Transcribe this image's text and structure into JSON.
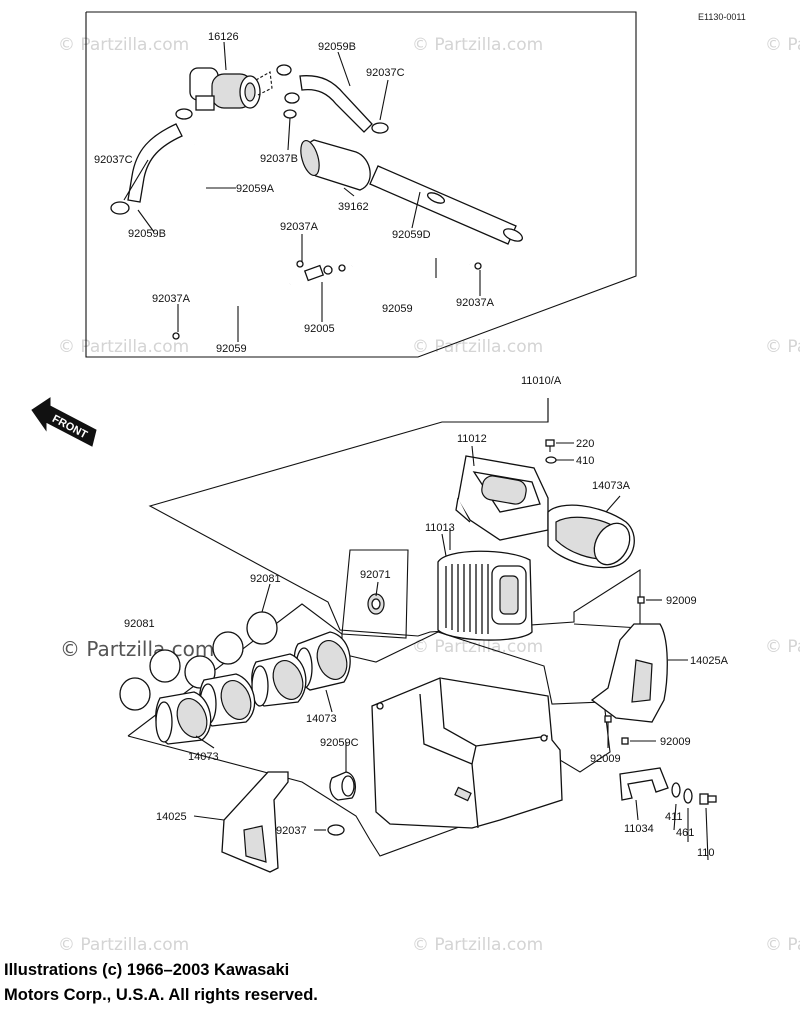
{
  "diagram_id": "E1130-0011",
  "front_label": "FRONT",
  "watermark": "© Partzilla.com",
  "copyright_lines": [
    "Illustrations (c) 1966–2003 Kawasaki",
    "Motors Corp., U.S.A.  All rights reserved."
  ],
  "parts": {
    "p16126": "16126",
    "p92059B_a": "92059B",
    "p92037C_a": "92037C",
    "p92037C_b": "92037C",
    "p92037B": "92037B",
    "p92059A": "92059A",
    "p39162": "39162",
    "p92059B_b": "92059B",
    "p92037A_a": "92037A",
    "p92059D": "92059D",
    "p92037A_b": "92037A",
    "p92037A_c": "92037A",
    "p92059_a": "92059",
    "p92005": "92005",
    "p92059_b": "92059",
    "p11010A": "11010/A",
    "p11012": "11012",
    "p220": "220",
    "p410": "410",
    "p14073A": "14073A",
    "p11013": "11013",
    "p92071": "92071",
    "p92081": "92081",
    "p92081_b": "92081",
    "p92009_a": "92009",
    "p14025A": "14025A",
    "p14073_a": "14073",
    "p14073_b": "14073",
    "p92059C": "92059C",
    "p92009_b": "92009",
    "p92009_c": "92009",
    "p14025": "14025",
    "p92037": "92037",
    "p11034": "11034",
    "p411": "411",
    "p461": "461",
    "p110": "110"
  }
}
